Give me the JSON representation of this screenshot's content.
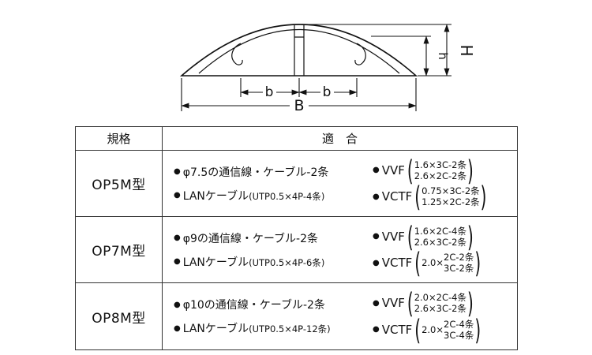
{
  "bullet": "●",
  "diagram": {
    "labels": {
      "H": "H",
      "h": "h",
      "b": "b",
      "B": "B"
    }
  },
  "table": {
    "header_model": "規格",
    "header_fit": "適　合",
    "rows": [
      {
        "model": "OP5M型",
        "line1": "φ7.5の通信線・ケーブル-2条",
        "line2_main": "LANケーブル",
        "line2_sub": "(UTP0.5×4P-4条)",
        "vvf": {
          "label": "VVF",
          "prefix": "",
          "top": "1.6×3C-2条",
          "bottom": "2.6×2C-2条"
        },
        "vctf": {
          "label": "VCTF",
          "prefix": "",
          "top": "0.75×3C-2条",
          "bottom": "1.25×2C-2条"
        }
      },
      {
        "model": "OP7M型",
        "line1": "φ9の通信線・ケーブル-2条",
        "line2_main": "LANケーブル",
        "line2_sub": "(UTP0.5×4P-6条)",
        "vvf": {
          "label": "VVF",
          "prefix": "",
          "top": "1.6×2C-4条",
          "bottom": "2.6×3C-2条"
        },
        "vctf": {
          "label": "VCTF",
          "prefix": "2.0×",
          "top": "2C-2条",
          "bottom": "3C-2条"
        }
      },
      {
        "model": "OP8M型",
        "line1": "φ10の通信線・ケーブル-2条",
        "line2_main": "LANケーブル",
        "line2_sub": "(UTP0.5×4P-12条)",
        "vvf": {
          "label": "VVF",
          "prefix": "",
          "top": "2.0×2C-4条",
          "bottom": "2.6×3C-2条"
        },
        "vctf": {
          "label": "VCTF",
          "prefix": "2.0×",
          "top": "2C-4条",
          "bottom": "3C-4条"
        }
      }
    ]
  }
}
